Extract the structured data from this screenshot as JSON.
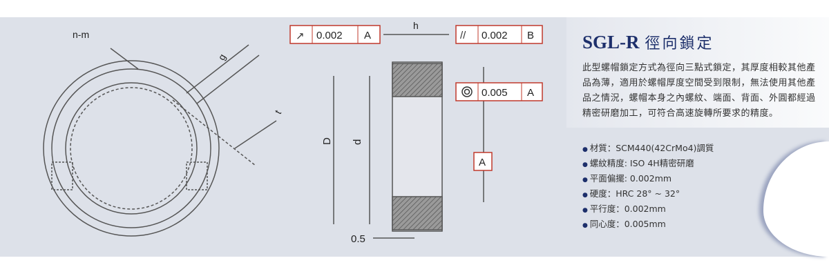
{
  "drawing": {
    "label_nm": "n-m",
    "label_g": "g",
    "label_t": "t",
    "runout_value": "0.002",
    "runout_datum": "A",
    "label_h": "h",
    "parallel_value": "0.002",
    "parallel_datum": "B",
    "concentric_value": "0.005",
    "concentric_datum": "A",
    "label_D": "D",
    "label_d": "d",
    "datum_A": "A",
    "label_05": "0.5"
  },
  "product": {
    "model": "SGL-R",
    "name": "徑向鎖定",
    "description": "此型螺帽鎖定方式為徑向三點式鎖定，其厚度相較其他產品為薄，適用於螺帽厚度空間受到限制，無法使用其他產品之情況，螺帽本身之內螺紋、端面、背面、外圓都經過精密研磨加工，可符合高速旋轉所要求的精度。",
    "specs": [
      "材質：SCM440(42CrMo4)調質",
      "螺紋精度: ISO 4H精密研磨",
      "平面偏擺: 0.002mm",
      "硬度：HRC 28° ~ 32°",
      "平行度：0.002mm",
      "同心度：0.005mm"
    ]
  },
  "colors": {
    "accent": "#1d2f6b",
    "frame_red": "#c0392b"
  }
}
